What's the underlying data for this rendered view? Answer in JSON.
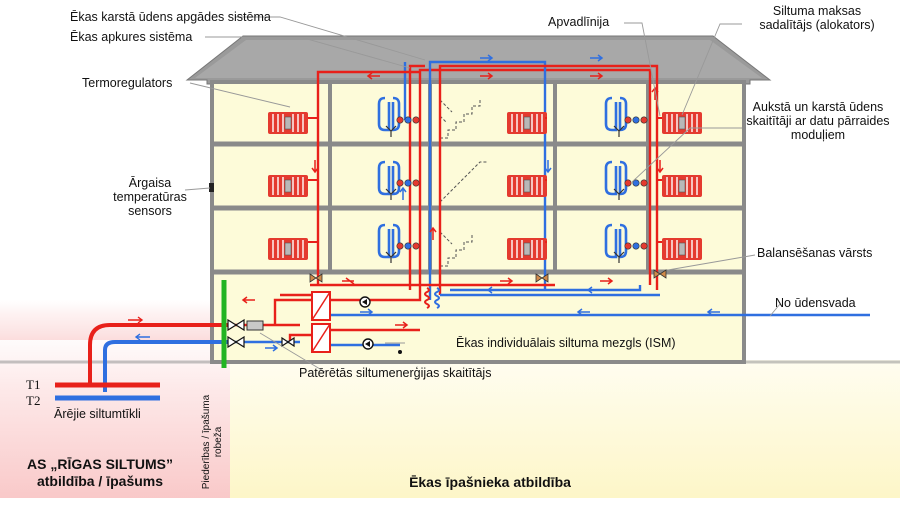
{
  "labels": {
    "hot_water_system": "Ēkas karstā ūdens apgādes sistēma",
    "heating_system": "Ēkas apkures sistēma",
    "thermoregulator": "Termoregulators",
    "outdoor_sensor_line1": "Ārgaisa",
    "outdoor_sensor_line2": "temperatūras",
    "outdoor_sensor_line3": "sensors",
    "circulation": "Apvadlīnija",
    "allocator_line1": "Siltuma maksas",
    "allocator_line2": "sadalītājs (alokators)",
    "meters_line1": "Aukstā un karstā ūdens",
    "meters_line2": "skaitītāji ar datu pārraides",
    "meters_line3": "moduļiem",
    "balancing_valve": "Balansēšanas vārsts",
    "water_supply": "No ūdensvada",
    "ism": "Ēkas individuālais siltuma mezgls (ISM)",
    "heat_meter": "Patērētās siltumenerģijas skaitītājs",
    "t1": "T1",
    "t2": "T2",
    "external_network": "Ārējie siltumtīkli",
    "boundary_line1": "Piederības / īpašuma",
    "boundary_line2": "robeža",
    "rigas_line1": "AS „RĪGAS SILTUMS”",
    "rigas_line2": "atbildība / īpašums",
    "owner": "Ēkas īpašnieka atbildība"
  },
  "colors": {
    "supply_red": "#e8201a",
    "return_blue": "#2f6fe0",
    "building_fill": "#fdfbd9",
    "wall_gray": "#8a8a8a",
    "boundary_green": "#22b422",
    "radiator_red": "#e43a2f"
  }
}
